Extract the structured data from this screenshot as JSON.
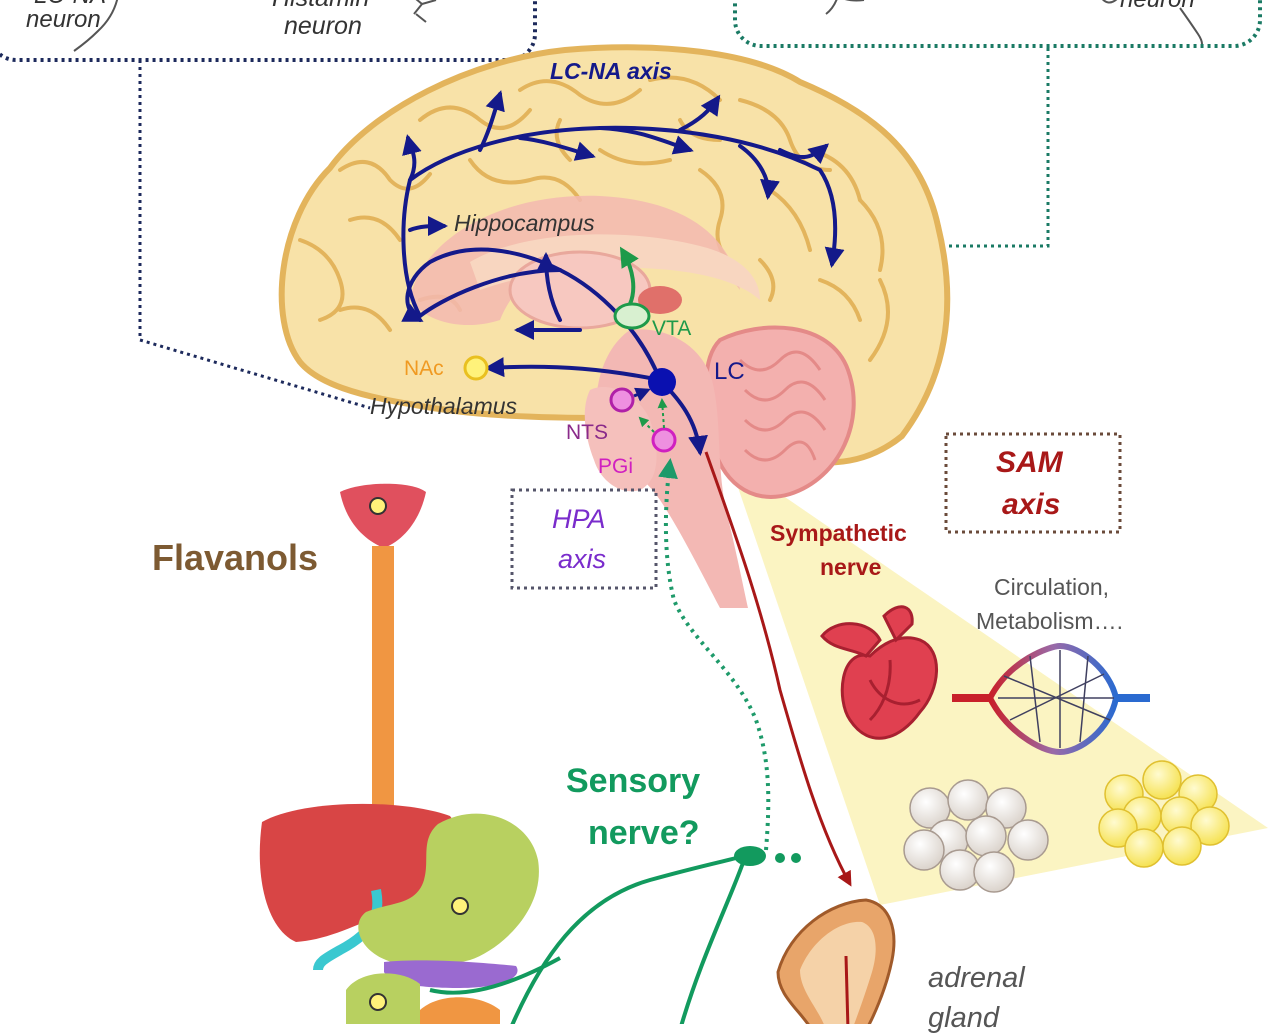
{
  "top_left_box": {
    "line1": "LC-NA",
    "line2": "neuron",
    "line3": "Histamin",
    "line4": "neuron"
  },
  "top_right_box": {
    "line1": "neuron"
  },
  "brain": {
    "lc_na_axis": "LC-NA axis",
    "hippocampus": "Hippocampus",
    "vta": "VTA",
    "lc": "LC",
    "nac": "NAc",
    "hypothalamus": "Hypothalamus",
    "nts": "NTS",
    "pgi": "PGi"
  },
  "hpa_axis": {
    "line1": "HPA",
    "line2": "axis"
  },
  "sam_axis": {
    "line1": "SAM",
    "line2": "axis"
  },
  "flavanols": "Flavanols",
  "sympathetic_nerve": {
    "line1": "Sympathetic",
    "line2": "nerve"
  },
  "circulation": {
    "line1": "Circulation,",
    "line2": "Metabolism…."
  },
  "sensory_nerve": {
    "line1": "Sensory",
    "line2": "nerve?"
  },
  "adrenal_gland": {
    "line1": "adrenal",
    "line2": "gland"
  },
  "colors": {
    "lc_na_blue": "#14198a",
    "hpa_purple": "#7a2ccc",
    "sam_red": "#a81818",
    "sensory_green": "#129a5e",
    "flavanols_brown": "#7d5a32",
    "brain_fill": "#f8e2a8",
    "brain_outline": "#e3b45c"
  }
}
